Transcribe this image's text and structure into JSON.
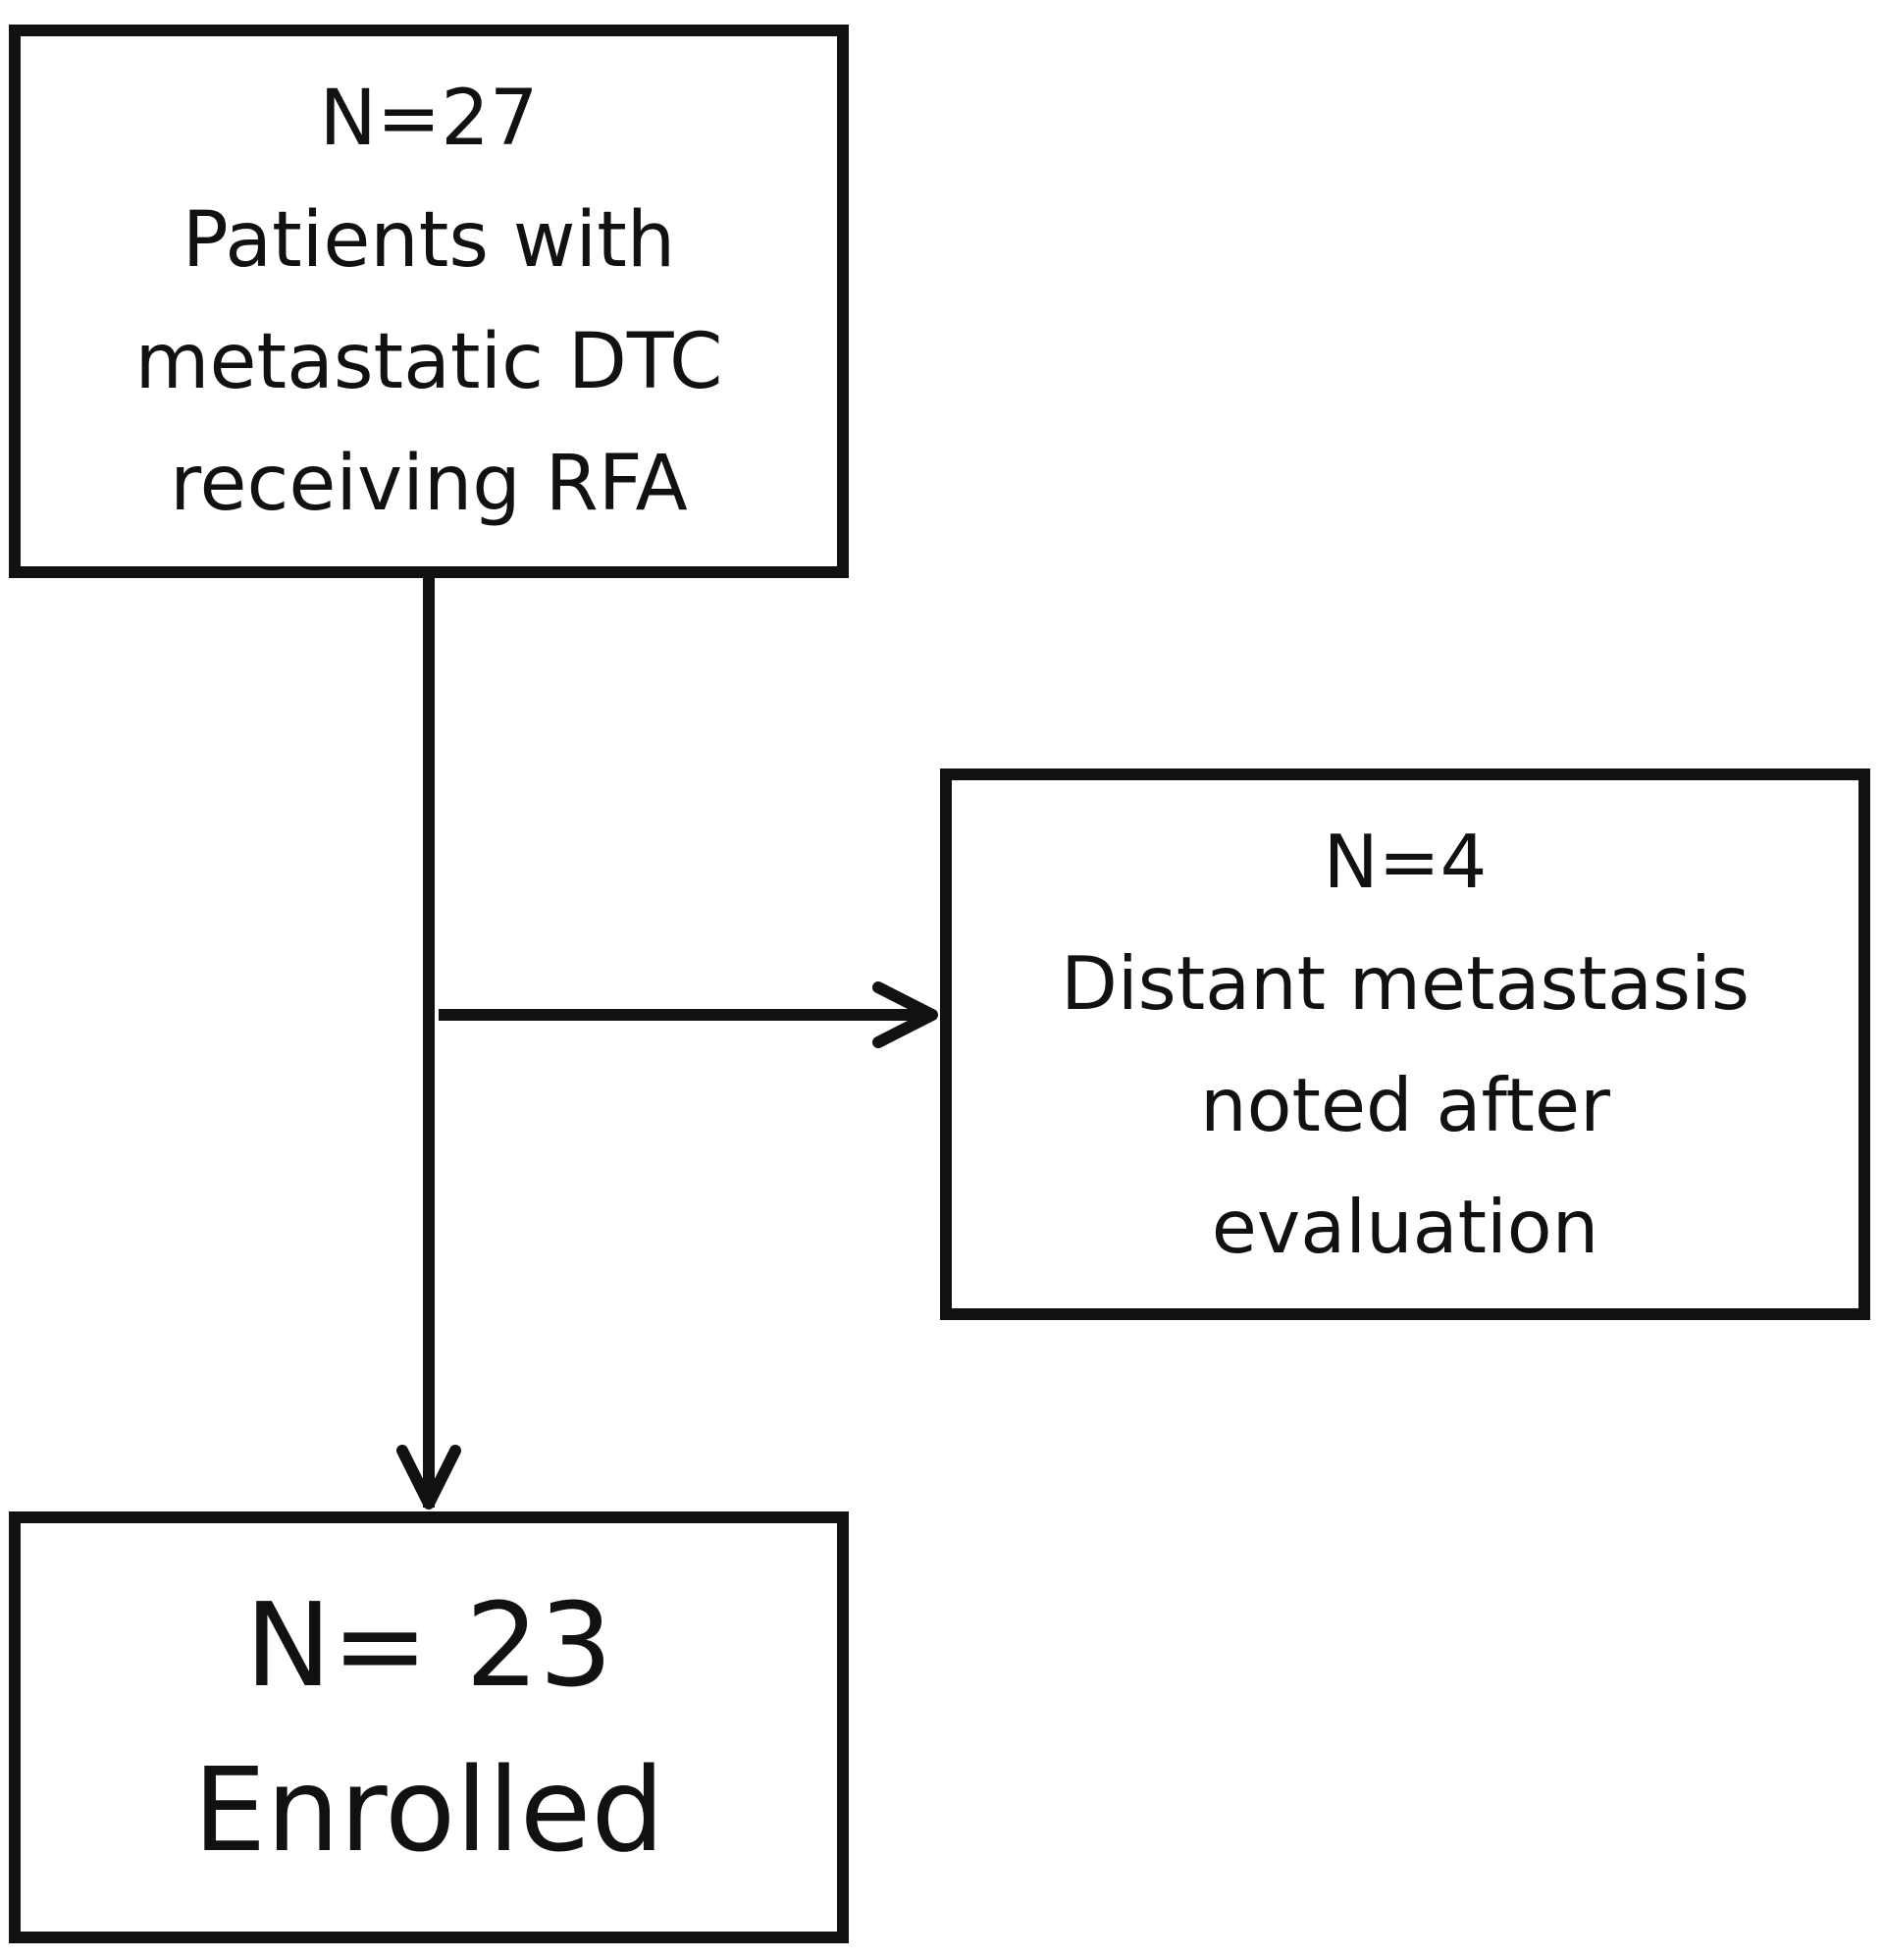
{
  "nodes": {
    "start": {
      "lines": [
        "N=27",
        "Patients with",
        "metastatic DTC",
        "receiving RFA"
      ]
    },
    "excluded": {
      "lines": [
        "N=4",
        "Distant metastasis",
        "noted after",
        "evaluation"
      ]
    },
    "enrolled": {
      "lines": [
        "N= 23",
        "Enrolled"
      ]
    }
  },
  "edges": [
    {
      "from": "start",
      "to": "enrolled"
    },
    {
      "from": "start",
      "to": "excluded"
    }
  ],
  "colors": {
    "stroke": "#111111",
    "background": "#ffffff"
  }
}
